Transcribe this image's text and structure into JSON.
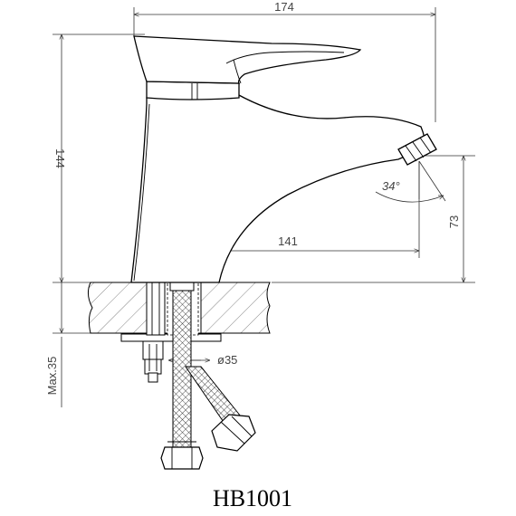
{
  "model": "HB1001",
  "dimensions": {
    "overall_width": "174",
    "overall_height": "144",
    "spout_reach": "141",
    "spout_height": "73",
    "aerator_angle": "34°",
    "hole_diameter": "ø35",
    "max_counter_thickness": "Max.35"
  }
}
